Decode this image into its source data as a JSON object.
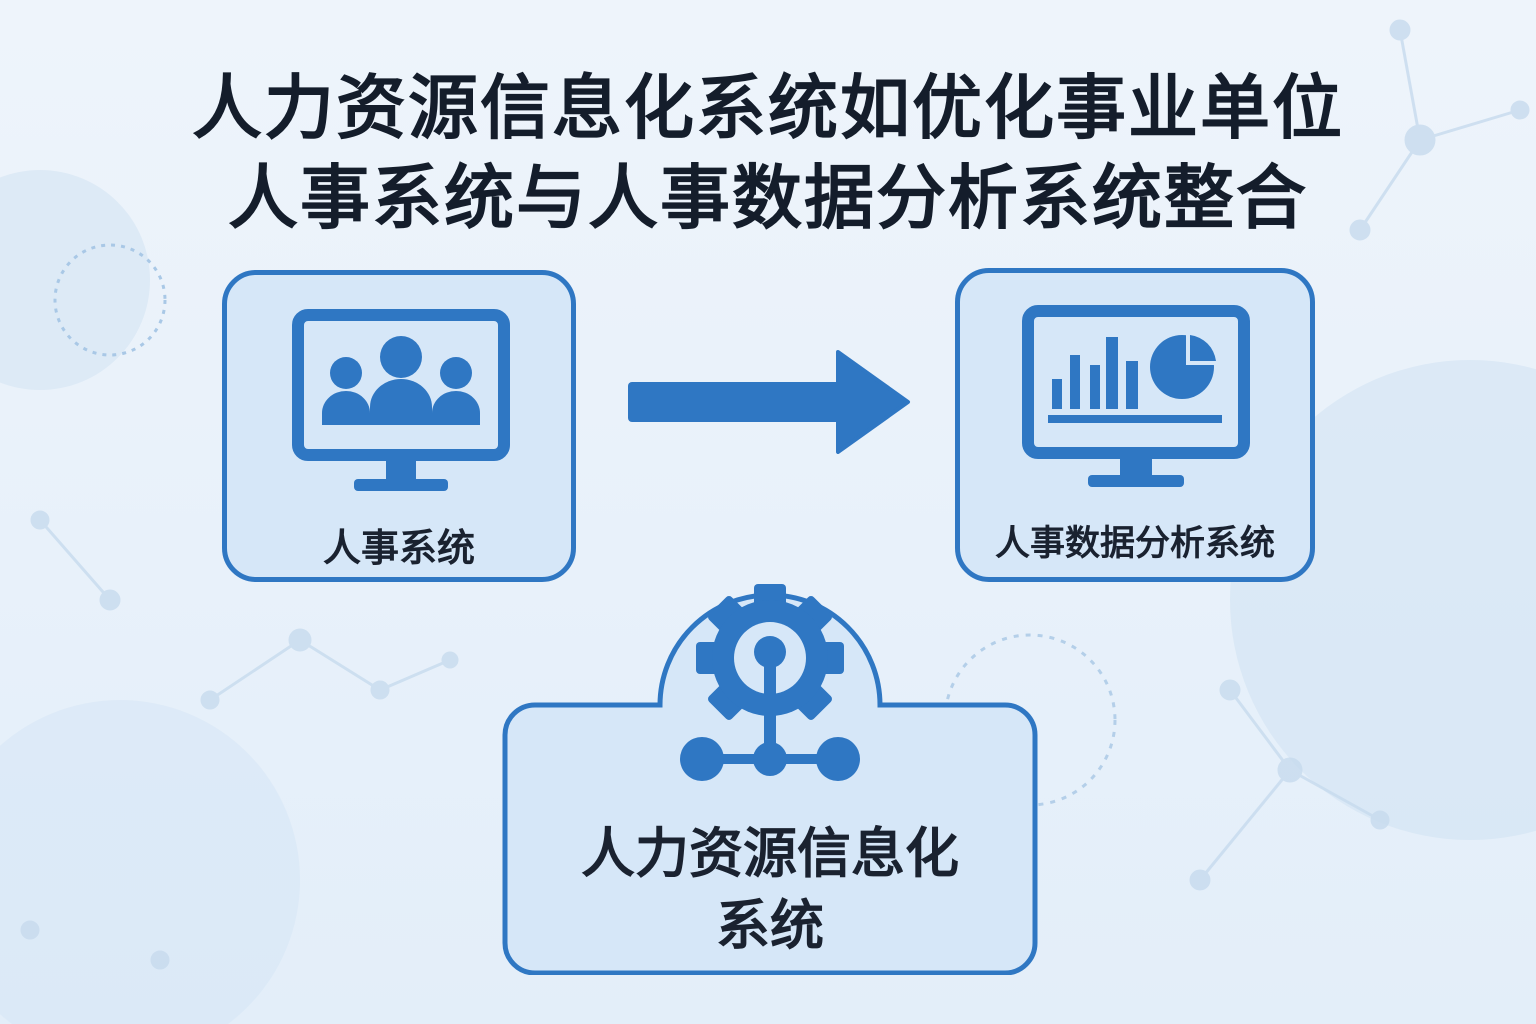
{
  "title": {
    "line1": "人力资源信息化系统如优化事业单位",
    "line2": "人事系统与人事数据分析系统整合"
  },
  "nodes": {
    "left": {
      "label": "人事系统",
      "icon": "people-monitor-icon"
    },
    "right": {
      "label": "人事数据分析系统",
      "icon": "analytics-monitor-icon"
    },
    "bottom": {
      "label_line1": "人力资源信息化",
      "label_line2": "系统",
      "icon": "gear-network-icon"
    }
  },
  "colors": {
    "primary": "#2f77c3",
    "card_fill": "#d6e7f8",
    "text": "#141d2b"
  }
}
